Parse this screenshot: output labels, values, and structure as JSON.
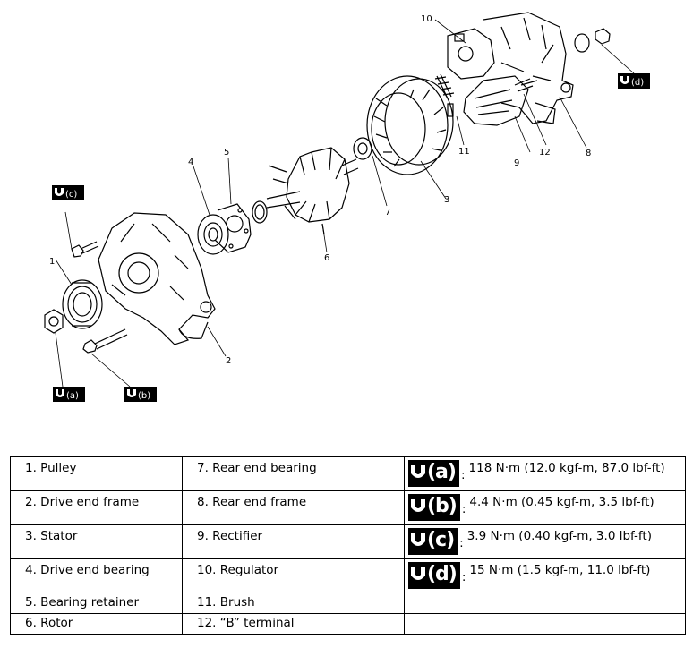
{
  "callouts": [
    "1",
    "2",
    "3",
    "4",
    "5",
    "6",
    "7",
    "8",
    "9",
    "10",
    "11",
    "12"
  ],
  "torque_tags": [
    "(a)",
    "(b)",
    "(c)",
    "(d)"
  ],
  "legend": {
    "rows": [
      {
        "left": "1. Pulley",
        "middle": "7. Rear end bearing",
        "badge": "(a)",
        "spec": "118 N·m (12.0 kgf-m, 87.0 lbf-ft)"
      },
      {
        "left": "2. Drive end frame",
        "middle": "8. Rear end frame",
        "badge": "(b)",
        "spec": "4.4 N·m (0.45 kgf-m, 3.5 lbf-ft)"
      },
      {
        "left": "3. Stator",
        "middle": "9. Rectifier",
        "badge": "(c)",
        "spec": "3.9 N·m (0.40 kgf-m, 3.0 lbf-ft)"
      },
      {
        "left": "4. Drive end bearing",
        "middle": "10. Regulator",
        "badge": "(d)",
        "spec": "15 N·m (1.5 kgf-m, 11.0 lbf-ft)"
      },
      {
        "left": "5. Bearing retainer",
        "middle": "11. Brush"
      },
      {
        "left": "6. Rotor",
        "middle": "12. “B” terminal"
      }
    ],
    "colon": ":"
  }
}
